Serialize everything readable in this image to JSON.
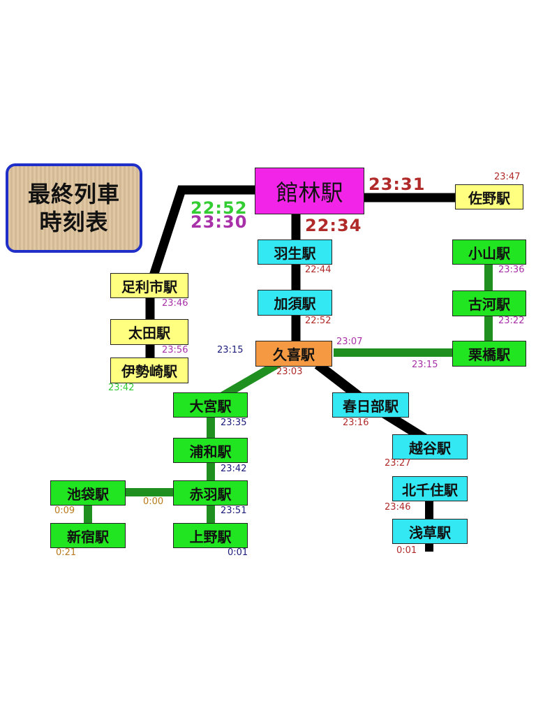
{
  "title": [
    "最終列車",
    "時刻表"
  ],
  "colors": {
    "line_black": "#000000",
    "line_green": "#1f8f1f",
    "box_yellow": "#ffff80",
    "box_cyan": "#33e8f2",
    "box_green": "#22e522",
    "box_orange": "#f59a42",
    "box_magenta": "#f224e8",
    "time_red": "#b02a2a",
    "time_purple": "#a830a8",
    "time_navy": "#1a1a7a",
    "time_lightgreen": "#33cc33",
    "time_orange": "#b87a1a"
  },
  "stations": {
    "tatebayashi": "館林駅",
    "sano": "佐野駅",
    "hanyu": "羽生駅",
    "kazo": "加須駅",
    "kuki": "久喜駅",
    "ashikagashi": "足利市駅",
    "ota": "太田駅",
    "isesaki": "伊勢崎駅",
    "oyama": "小山駅",
    "koga": "古河駅",
    "kurihashi": "栗橋駅",
    "omiya": "大宮駅",
    "urawa": "浦和駅",
    "akabane": "赤羽駅",
    "ueno": "上野駅",
    "ikebukuro": "池袋駅",
    "shinjuku": "新宿駅",
    "kasukabe": "春日部駅",
    "koshigaya": "越谷駅",
    "kitasenju": "北千住駅",
    "asakusa": "浅草駅"
  },
  "times": {
    "tatebayashi_sano": "23:31",
    "sano": "23:47",
    "tatebayashi_ashikaga_green": "22:52",
    "tatebayashi_ashikaga_purple": "23:30",
    "tatebayashi_hanyu": "22:34",
    "hanyu": "22:44",
    "kazo": "22:52",
    "ashikagashi": "23:46",
    "ota": "23:56",
    "isesaki": "23:42",
    "oyama": "23:36",
    "koga": "23:22",
    "kurihashi": "23:15",
    "kuki_left": "23:15",
    "kuki_right": "23:07",
    "kuki_below": "23:03",
    "omiya": "23:35",
    "urawa": "23:42",
    "akabane": "23:51",
    "ueno": "0:01",
    "akabane_ikebukuro": "0:00",
    "ikebukuro": "0:09",
    "shinjuku": "0:21",
    "kasukabe": "23:16",
    "koshigaya": "23:27",
    "kitasenju": "23:46",
    "asakusa": "0:01"
  }
}
